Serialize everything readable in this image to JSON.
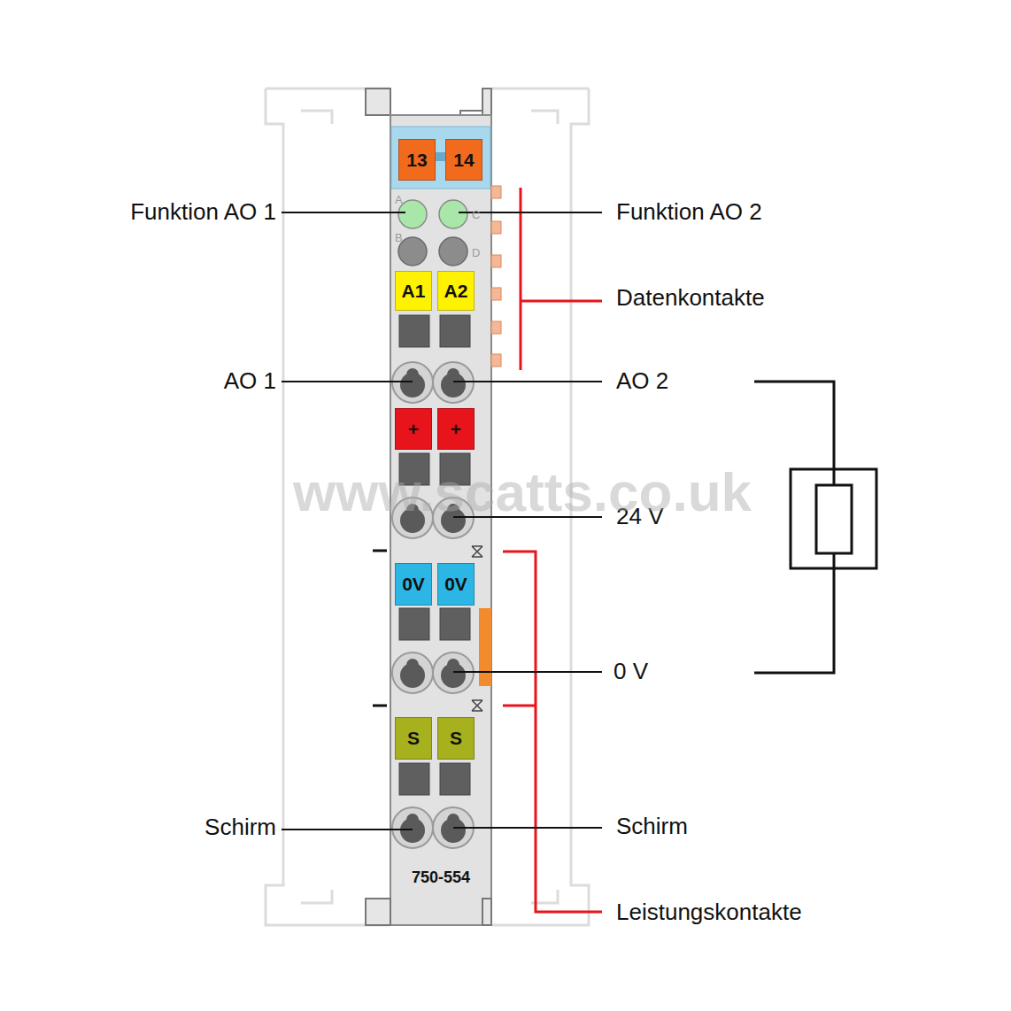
{
  "diagram": {
    "nodes": [
      {
        "text": [
          "750-554"
        ]
      },
      {
        "text": [
          "13"
        ],
        "in": 0
      },
      {
        "text": [
          "14"
        ],
        "in": 0
      },
      {
        "text": [
          "A1"
        ],
        "in": 0
      },
      {
        "text": [
          "A2"
        ],
        "in": 0
      },
      {
        "text": [
          "+"
        ],
        "in": 0
      },
      {
        "text": [
          "+"
        ],
        "in": 0
      },
      {
        "text": [
          "0V"
        ],
        "in": 0
      },
      {
        "text": [
          "0V"
        ],
        "in": 0
      },
      {
        "text": [
          "S"
        ],
        "in": 0
      },
      {
        "text": [
          "S"
        ],
        "in": 0
      }
    ],
    "edges": [],
    "labels": [
      "Funktion AO 1",
      "Funktion AO 2",
      "A",
      "B",
      "C",
      "D",
      "Datenkontakte",
      "AO 1",
      "AO 2",
      "24 V",
      "0 V",
      "Schirm",
      "Schirm",
      "Leistungskontakte",
      "www.scatts.co.uk"
    ]
  }
}
